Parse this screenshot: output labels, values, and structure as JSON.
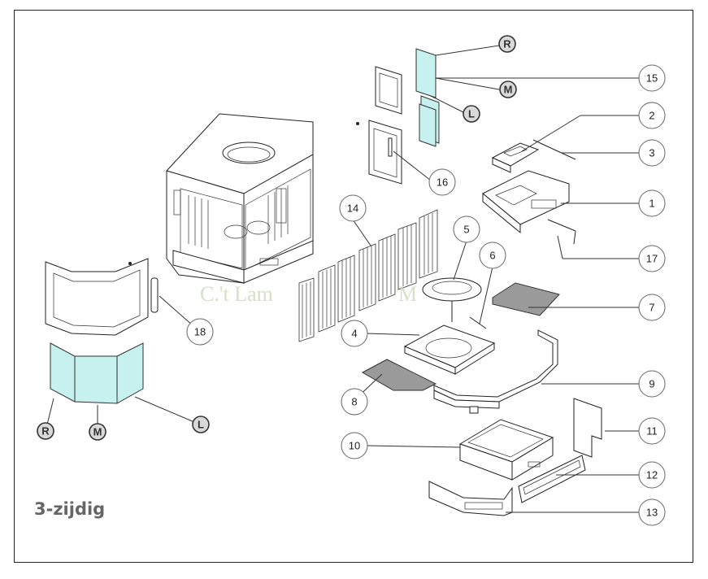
{
  "callouts": [
    "1",
    "2",
    "3",
    "4",
    "5",
    "6",
    "7",
    "8",
    "9",
    "10",
    "11",
    "12",
    "13",
    "14",
    "15",
    "16",
    "17",
    "18"
  ],
  "side_markers": {
    "upper": [
      "R",
      "M",
      "L"
    ],
    "lower": [
      "R",
      "M",
      "L"
    ]
  },
  "watermark": {
    "left": "C.'t Lam",
    "right": "M"
  },
  "variant_label": "3-zijdig"
}
